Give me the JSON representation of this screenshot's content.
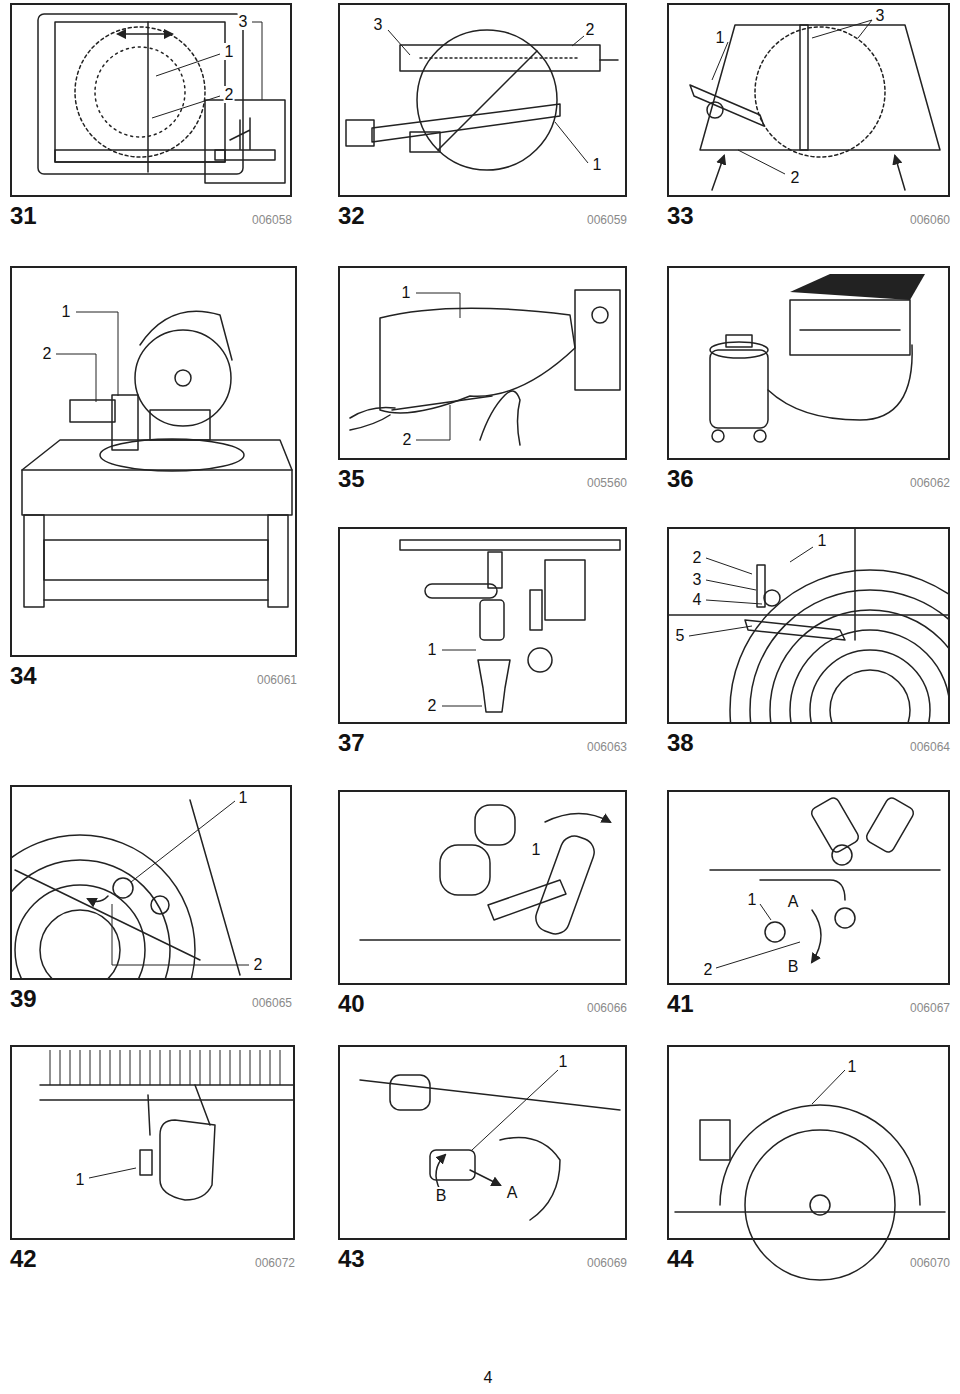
{
  "diagram": {
    "nodes": [
      {
        "text": [
          "31",
          "006058"
        ]
      },
      {
        "text": [
          "32",
          "006059"
        ]
      },
      {
        "text": [
          "33",
          "006060"
        ]
      },
      {
        "text": [
          "34",
          "006061"
        ]
      },
      {
        "text": [
          "35",
          "005560"
        ]
      },
      {
        "text": [
          "36",
          "006062"
        ]
      },
      {
        "text": [
          "37",
          "006063"
        ]
      },
      {
        "text": [
          "38",
          "006064"
        ]
      },
      {
        "text": [
          "39",
          "006065"
        ]
      },
      {
        "text": [
          "40",
          "006066"
        ]
      },
      {
        "text": [
          "41",
          "006067"
        ]
      },
      {
        "text": [
          "42",
          "006072"
        ]
      },
      {
        "text": [
          "43",
          "006069"
        ]
      },
      {
        "text": [
          "44",
          "006070"
        ]
      }
    ],
    "labels": [
      "3",
      "1",
      "2",
      "3",
      "2",
      "1",
      "1",
      "3",
      "2",
      "1",
      "2",
      "1",
      "2",
      "1",
      "2",
      "1",
      "2",
      "3",
      "4",
      "5",
      "1",
      "2",
      "1",
      "1",
      "A",
      "2",
      "B",
      "1",
      "1",
      "B",
      "A",
      "1",
      "4"
    ]
  }
}
